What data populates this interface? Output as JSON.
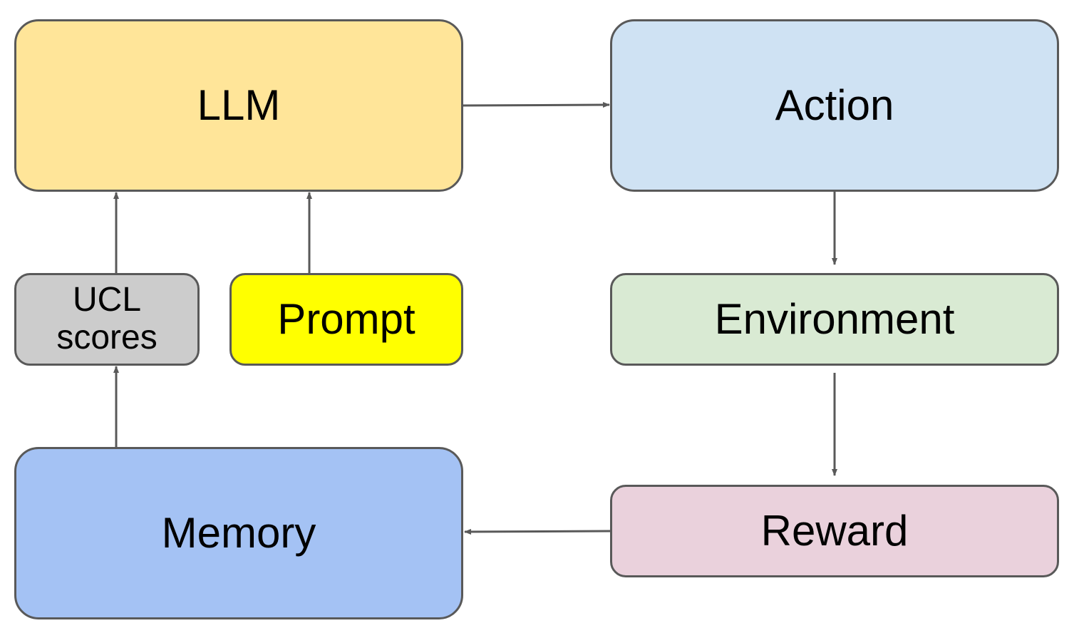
{
  "colors": {
    "llm": "#FFE599",
    "action": "#CFE2F3",
    "ucl": "#CCCCCC",
    "prompt": "#FFFF00",
    "environment": "#D9EAD3",
    "memory": "#A4C2F4",
    "reward": "#EAD1DC",
    "border": "#595959",
    "arrow": "#595959"
  },
  "nodes": {
    "llm": {
      "label": "LLM"
    },
    "action": {
      "label": "Action"
    },
    "ucl": {
      "line1": "UCL",
      "line2": "scores"
    },
    "prompt": {
      "label": "Prompt"
    },
    "environment": {
      "label": "Environment"
    },
    "memory": {
      "label": "Memory"
    },
    "reward": {
      "label": "Reward"
    }
  },
  "edges": [
    {
      "from": "llm",
      "to": "action"
    },
    {
      "from": "action",
      "to": "environment"
    },
    {
      "from": "environment",
      "to": "reward"
    },
    {
      "from": "reward",
      "to": "memory"
    },
    {
      "from": "memory",
      "to": "ucl"
    },
    {
      "from": "ucl",
      "to": "llm"
    },
    {
      "from": "prompt",
      "to": "llm"
    }
  ]
}
